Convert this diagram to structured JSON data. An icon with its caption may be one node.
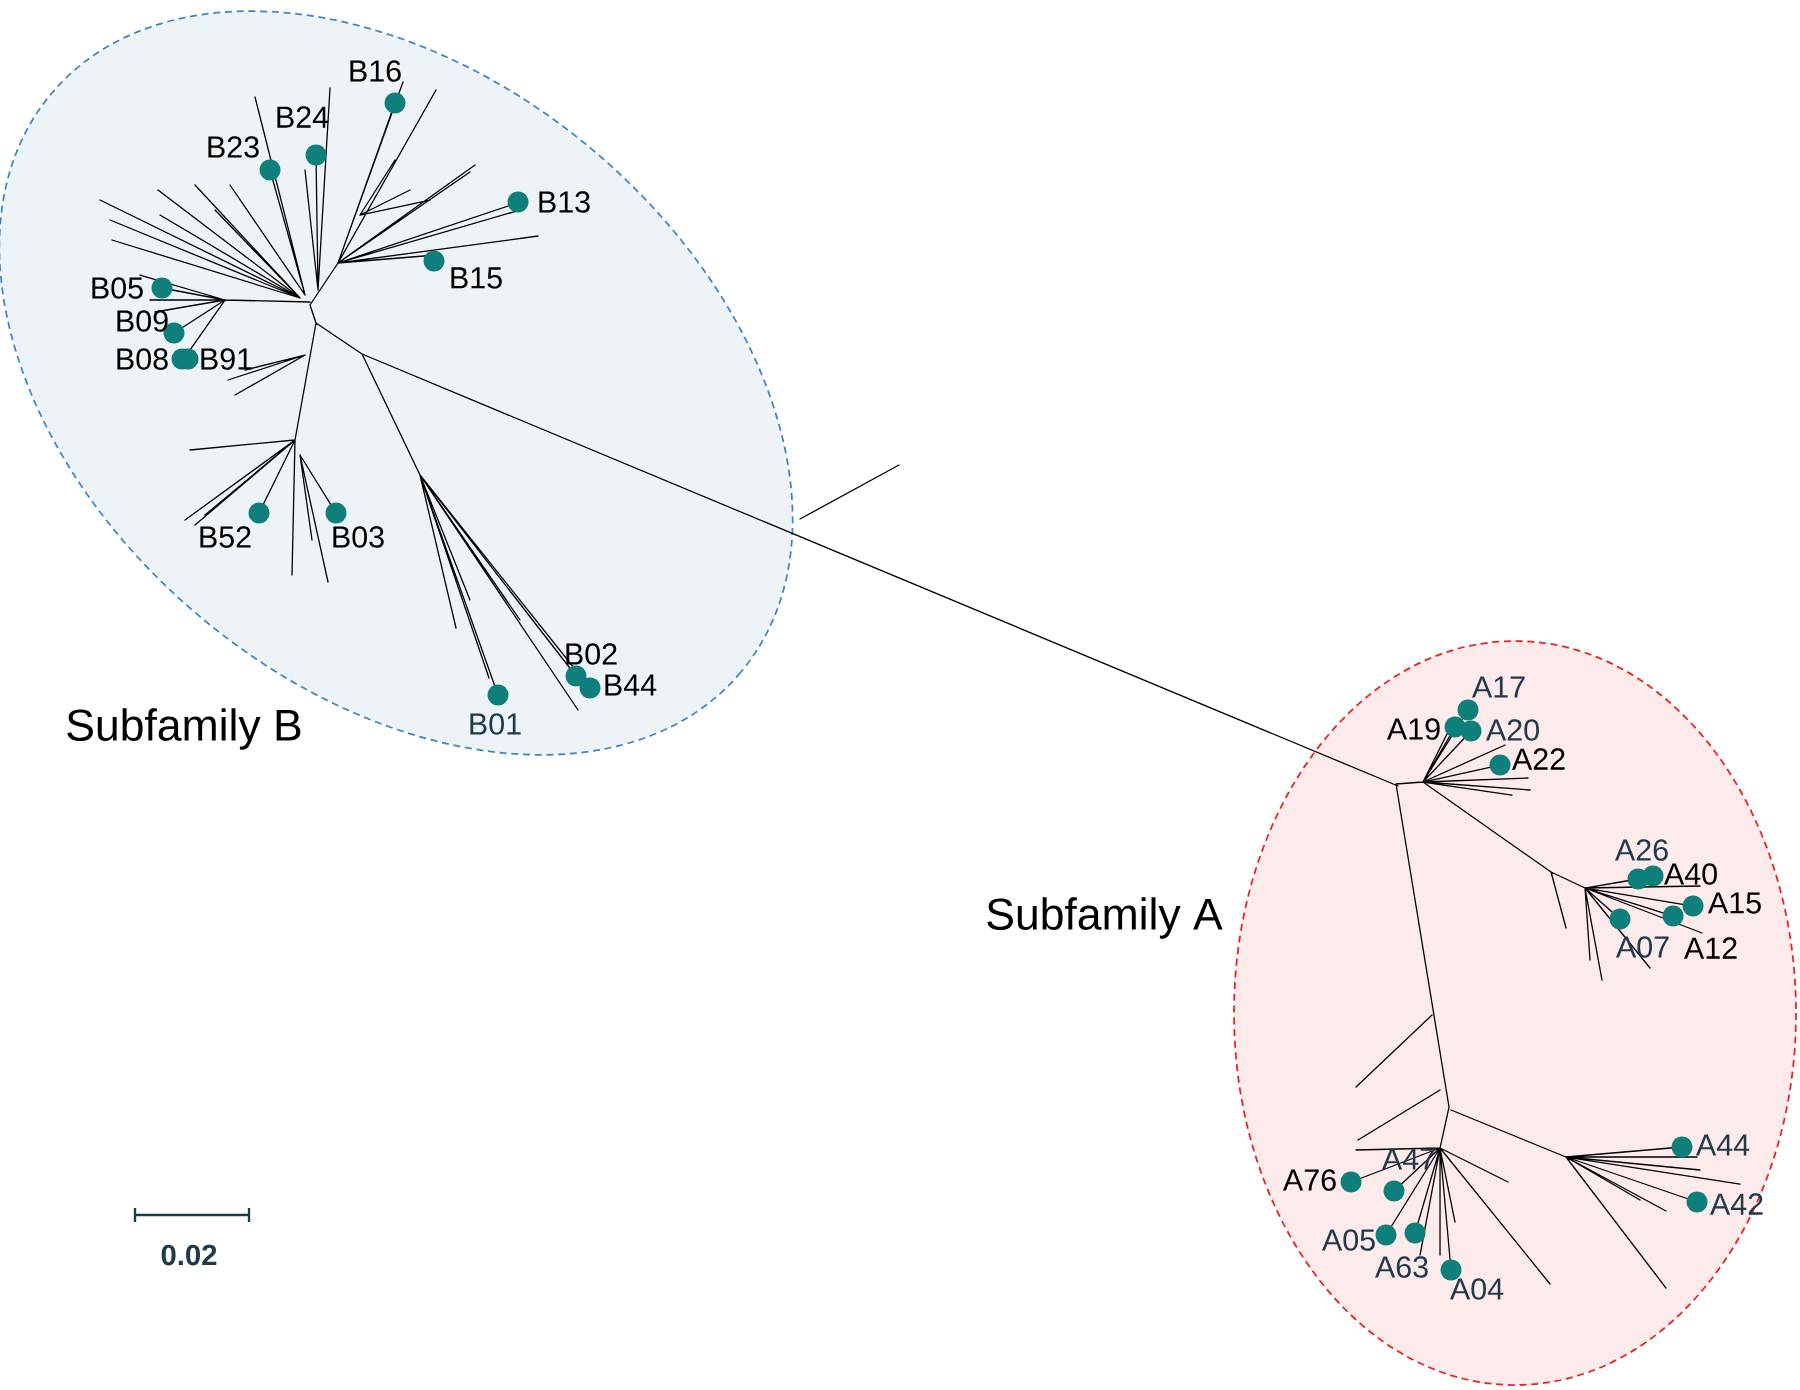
{
  "diagram": {
    "nodes": [
      {
        "text": [
          "Subfamily B"
        ]
      },
      {
        "text": [
          "Subfamily A"
        ]
      }
    ],
    "labels": [
      "B16",
      "B24",
      "B23",
      "B13",
      "B15",
      "B05",
      "B09",
      "B08",
      "B91",
      "B52",
      "B03",
      "B02",
      "B44",
      "B01",
      "A17",
      "A19",
      "A20",
      "A22",
      "A26",
      "A40",
      "A15",
      "A07",
      "A12",
      "A44",
      "A42",
      "A76",
      "A47",
      "A05",
      "A63",
      "A04",
      "0.02"
    ]
  }
}
